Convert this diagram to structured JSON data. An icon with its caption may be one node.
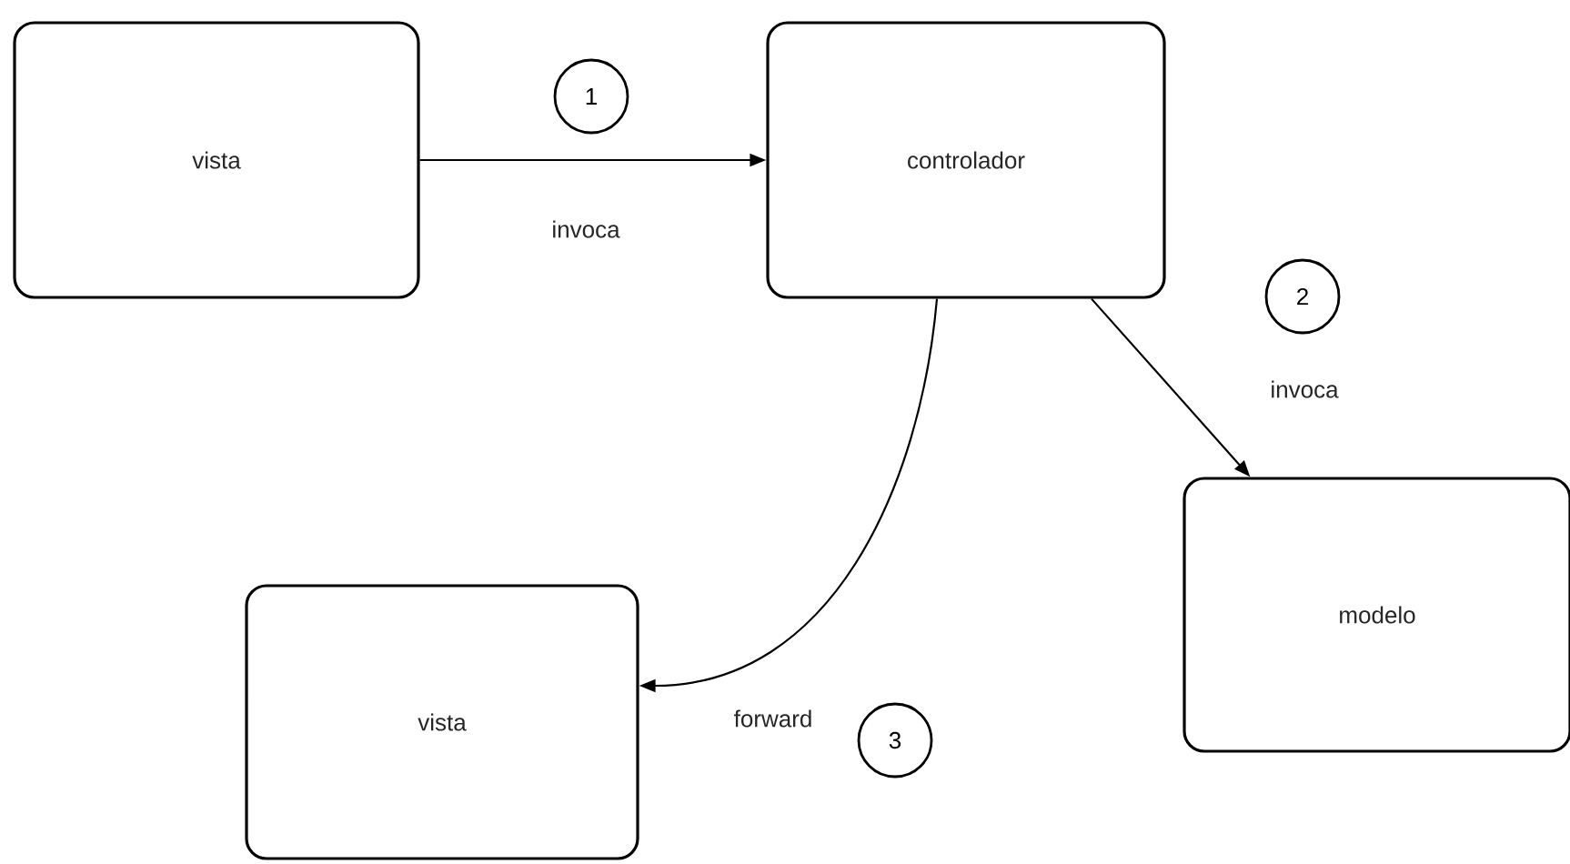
{
  "diagram": {
    "nodes": [
      {
        "text": [
          "vista"
        ]
      },
      {
        "text": [
          "controlador"
        ]
      },
      {
        "text": [
          "modelo"
        ]
      },
      {
        "text": [
          "vista"
        ]
      },
      {
        "text": [
          "1"
        ]
      },
      {
        "text": [
          "2"
        ]
      },
      {
        "text": [
          "3"
        ]
      }
    ],
    "edges": [
      {
        "from": 0,
        "to": 1,
        "arrow": "to",
        "label": "invoca"
      },
      {
        "from": 1,
        "to": 2,
        "arrow": "to",
        "label": "invoca"
      },
      {
        "from": 1,
        "to": 3,
        "arrow": "to",
        "label": "forward"
      }
    ]
  }
}
